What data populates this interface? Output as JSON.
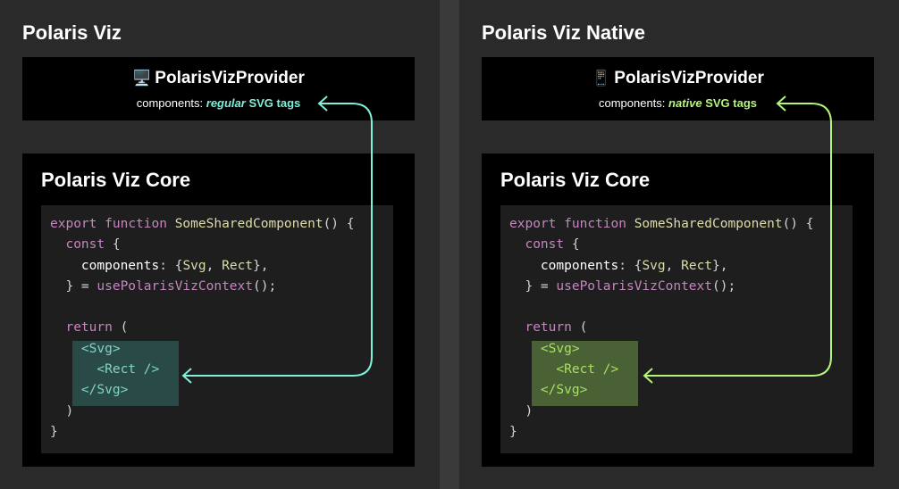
{
  "colors": {
    "left_accent": "#7ff0dc",
    "right_accent": "#b4f57a",
    "left_highlight": "#2a4a48",
    "right_highlight": "#4a6035"
  },
  "panels": [
    {
      "title": "Polaris Viz",
      "provider": {
        "icon": "desktop-computer-icon",
        "icon_glyph": "🖥️",
        "title": "PolarisVizProvider",
        "sub_prefix": "components: ",
        "sub_em": "regular",
        "sub_suffix": " SVG tags"
      },
      "core_title": "Polaris Viz Core"
    },
    {
      "title": "Polaris Viz Native",
      "provider": {
        "icon": "mobile-phone-icon",
        "icon_glyph": "📱",
        "title": "PolarisVizProvider",
        "sub_prefix": "components: ",
        "sub_em": "native",
        "sub_suffix": " SVG tags"
      },
      "core_title": "Polaris Viz Core"
    }
  ],
  "code": {
    "line1_kw1": "export",
    "line1_kw2": "function",
    "line1_fn": "SomeSharedComponent",
    "line1_rest": "() {",
    "line2_kw": "const",
    "line2_rest": " {",
    "line3_prop": "components",
    "line3_colon": ": {",
    "line3_a": "Svg",
    "line3_sep": ", ",
    "line3_b": "Rect",
    "line3_end": "},",
    "line4_start": "} = ",
    "line4_hook": "usePolarisVizContext",
    "line4_end": "();",
    "line6_kw": "return",
    "line6_rest": " (",
    "line7": "<Svg>",
    "line8": "<Rect />",
    "line9": "</Svg>",
    "line10": ")",
    "line11": "}"
  }
}
